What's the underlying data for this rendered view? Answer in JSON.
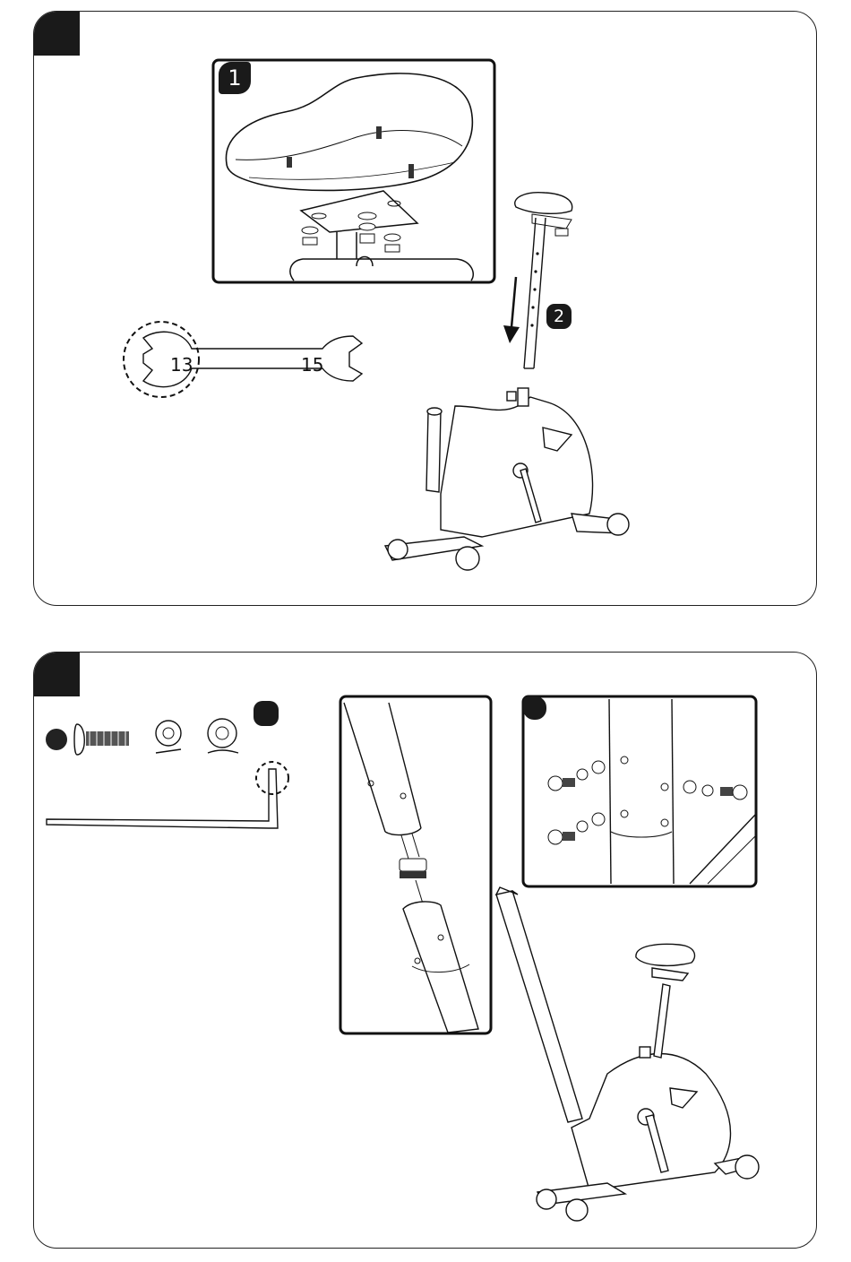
{
  "page": {
    "panels": [
      {
        "id": "top",
        "detail_label": "1",
        "arrow_label": "2",
        "wrench": {
          "small_size": "13",
          "large_size": "15"
        }
      },
      {
        "id": "bottom"
      }
    ]
  }
}
